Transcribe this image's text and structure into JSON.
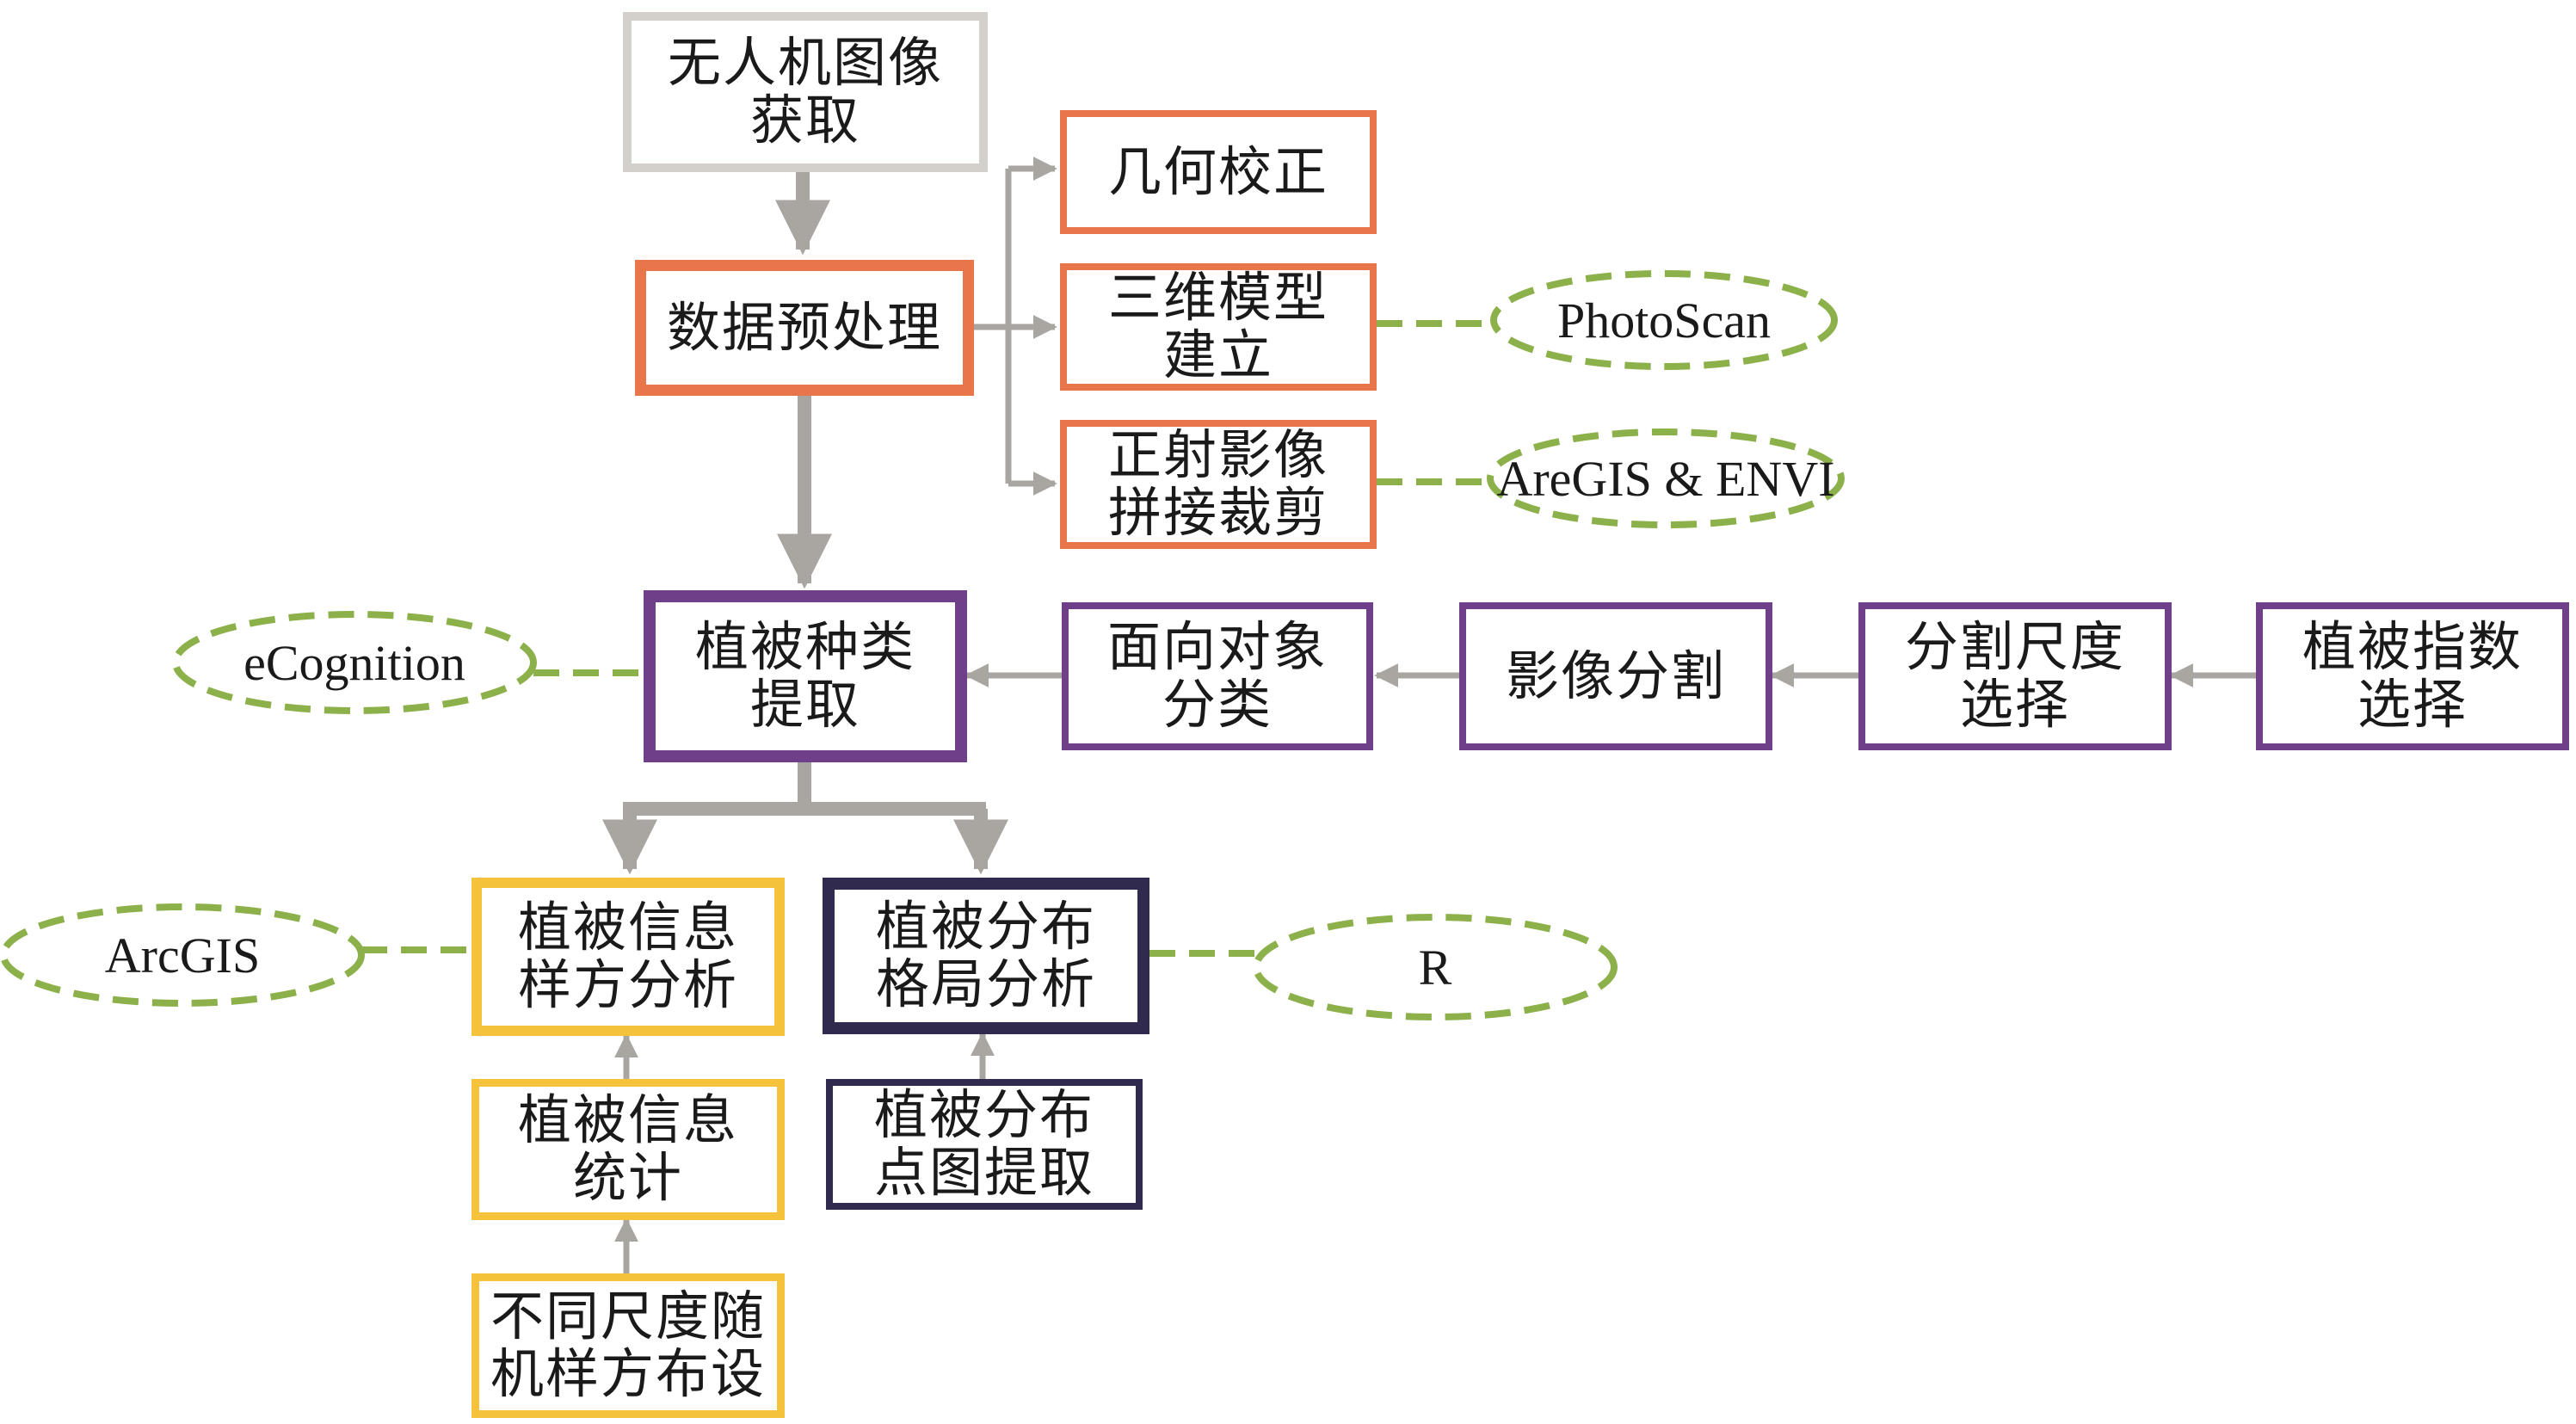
{
  "colors": {
    "gray_border": "#d3cfcb",
    "orange_border": "#e8764a",
    "purple_border": "#6f3f8a",
    "yellow_border": "#f5c33b",
    "navy_border": "#2f2a4e",
    "arrow": "#a9a5a1",
    "dashed_green": "#8cb04a"
  },
  "steps": {
    "uav_image_acquisition": [
      "无人机图像",
      "获取"
    ],
    "data_preprocessing": [
      "数据预处理"
    ],
    "geometric_correction": [
      "几何校正"
    ],
    "three_d_model": [
      "三维模型",
      "建立"
    ],
    "orthophoto_mosaic": [
      "正射影像",
      "拼接裁剪"
    ],
    "vegetation_species_extraction": [
      "植被种类",
      "提取"
    ],
    "object_oriented_classification": [
      "面向对象",
      "分类"
    ],
    "image_segmentation": [
      "影像分割"
    ],
    "segmentation_scale": [
      "分割尺度",
      "选择"
    ],
    "vegetation_index": [
      "植被指数",
      "选择"
    ],
    "quadrat_analysis": [
      "植被信息",
      "样方分析"
    ],
    "distribution_pattern_analysis": [
      "植被分布",
      "格局分析"
    ],
    "vegetation_statistics": [
      "植被信息",
      "统计"
    ],
    "distribution_point_extraction": [
      "植被分布",
      "点图提取"
    ],
    "random_quadrat_layout": [
      "不同尺度随",
      "机样方布设"
    ]
  },
  "tools": {
    "photoscan": "PhotoScan",
    "arcgis_envi": "AreGIS & ENVI",
    "ecognition": "eCognition",
    "arcgis": "ArcGIS",
    "r": "R"
  }
}
